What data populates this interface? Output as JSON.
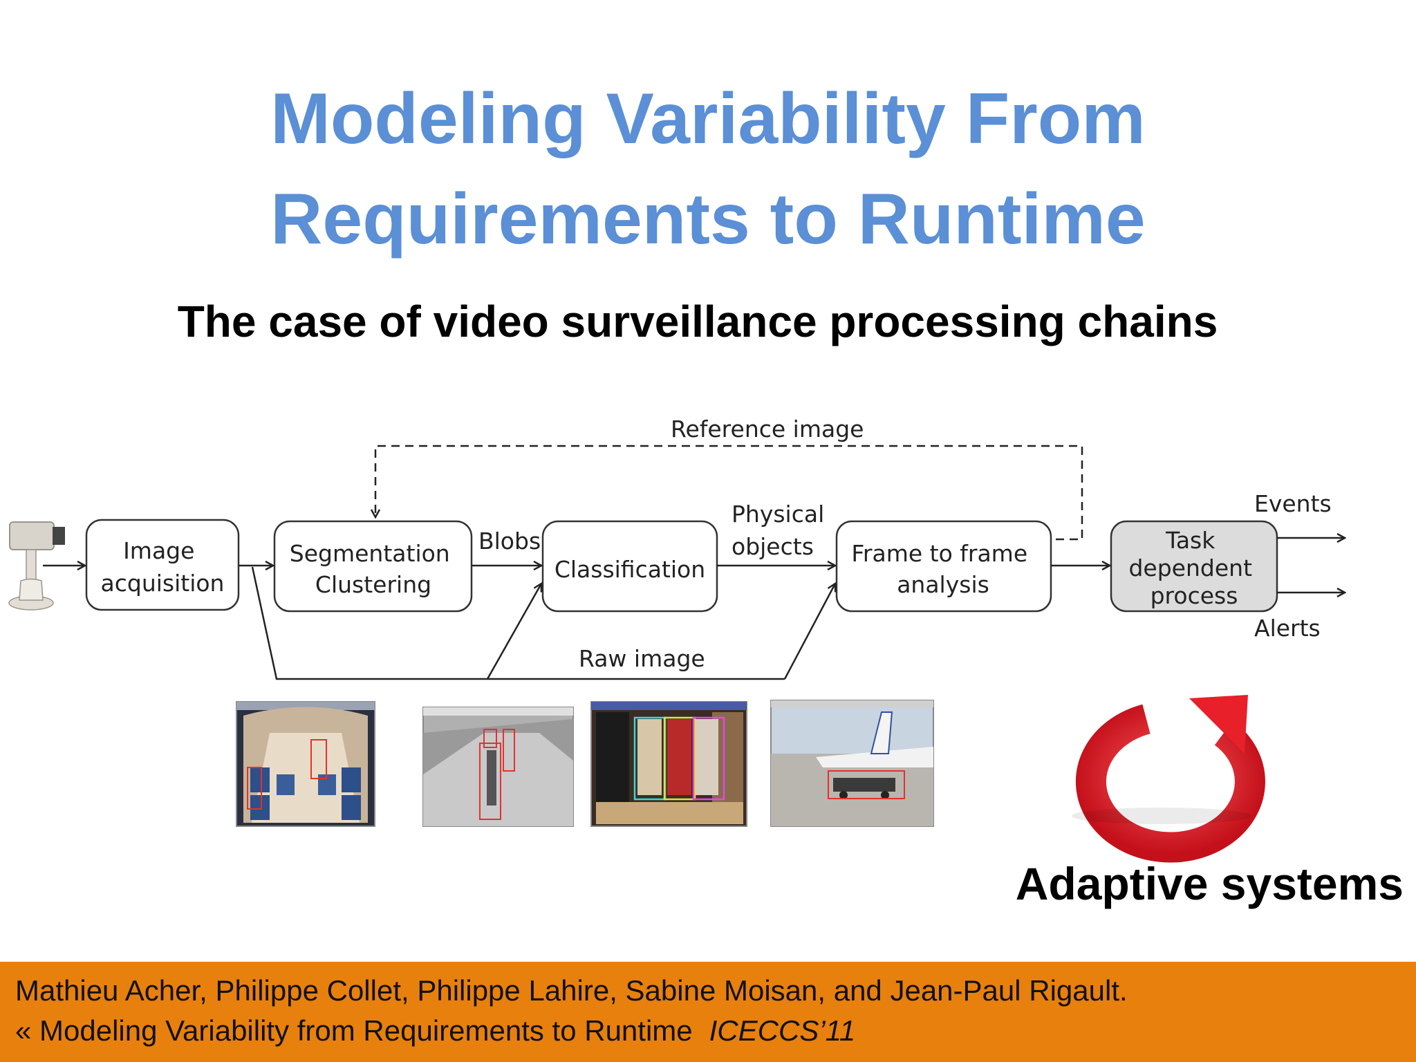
{
  "slide": {
    "title_line1": "Modeling Variability From",
    "title_line2": "Requirements to Runtime",
    "subtitle": "The case of video surveillance processing chains",
    "adaptive_label": "Adaptive systems"
  },
  "diagram": {
    "nodes": {
      "image_acquisition": [
        "Image",
        "acquisition"
      ],
      "segmentation_clustering": [
        "Segmentation",
        "Clustering"
      ],
      "classification": [
        "Classification"
      ],
      "frame_analysis": [
        "Frame to frame",
        "analysis"
      ],
      "task_process": [
        "Task",
        "dependent",
        "process"
      ]
    },
    "edge_labels": {
      "reference_image": "Reference image",
      "blobs": "Blobs",
      "physical_objects": [
        "Physical",
        "objects"
      ],
      "raw_image": "Raw image",
      "events": "Events",
      "alerts": "Alerts"
    }
  },
  "footer": {
    "authors": "Mathieu Acher, Philippe Collet, Philippe Lahire, Sabine Moisan, and Jean-Paul Rigault.",
    "citation": "« Modeling Variability from Requirements to Runtime",
    "venue": "ICECCS’11"
  },
  "colors": {
    "title": "#5b8fd6",
    "footer_bg": "#e8800e",
    "task_box_fill": "#dcdcdc",
    "arrow_icon": "#e8202a"
  }
}
